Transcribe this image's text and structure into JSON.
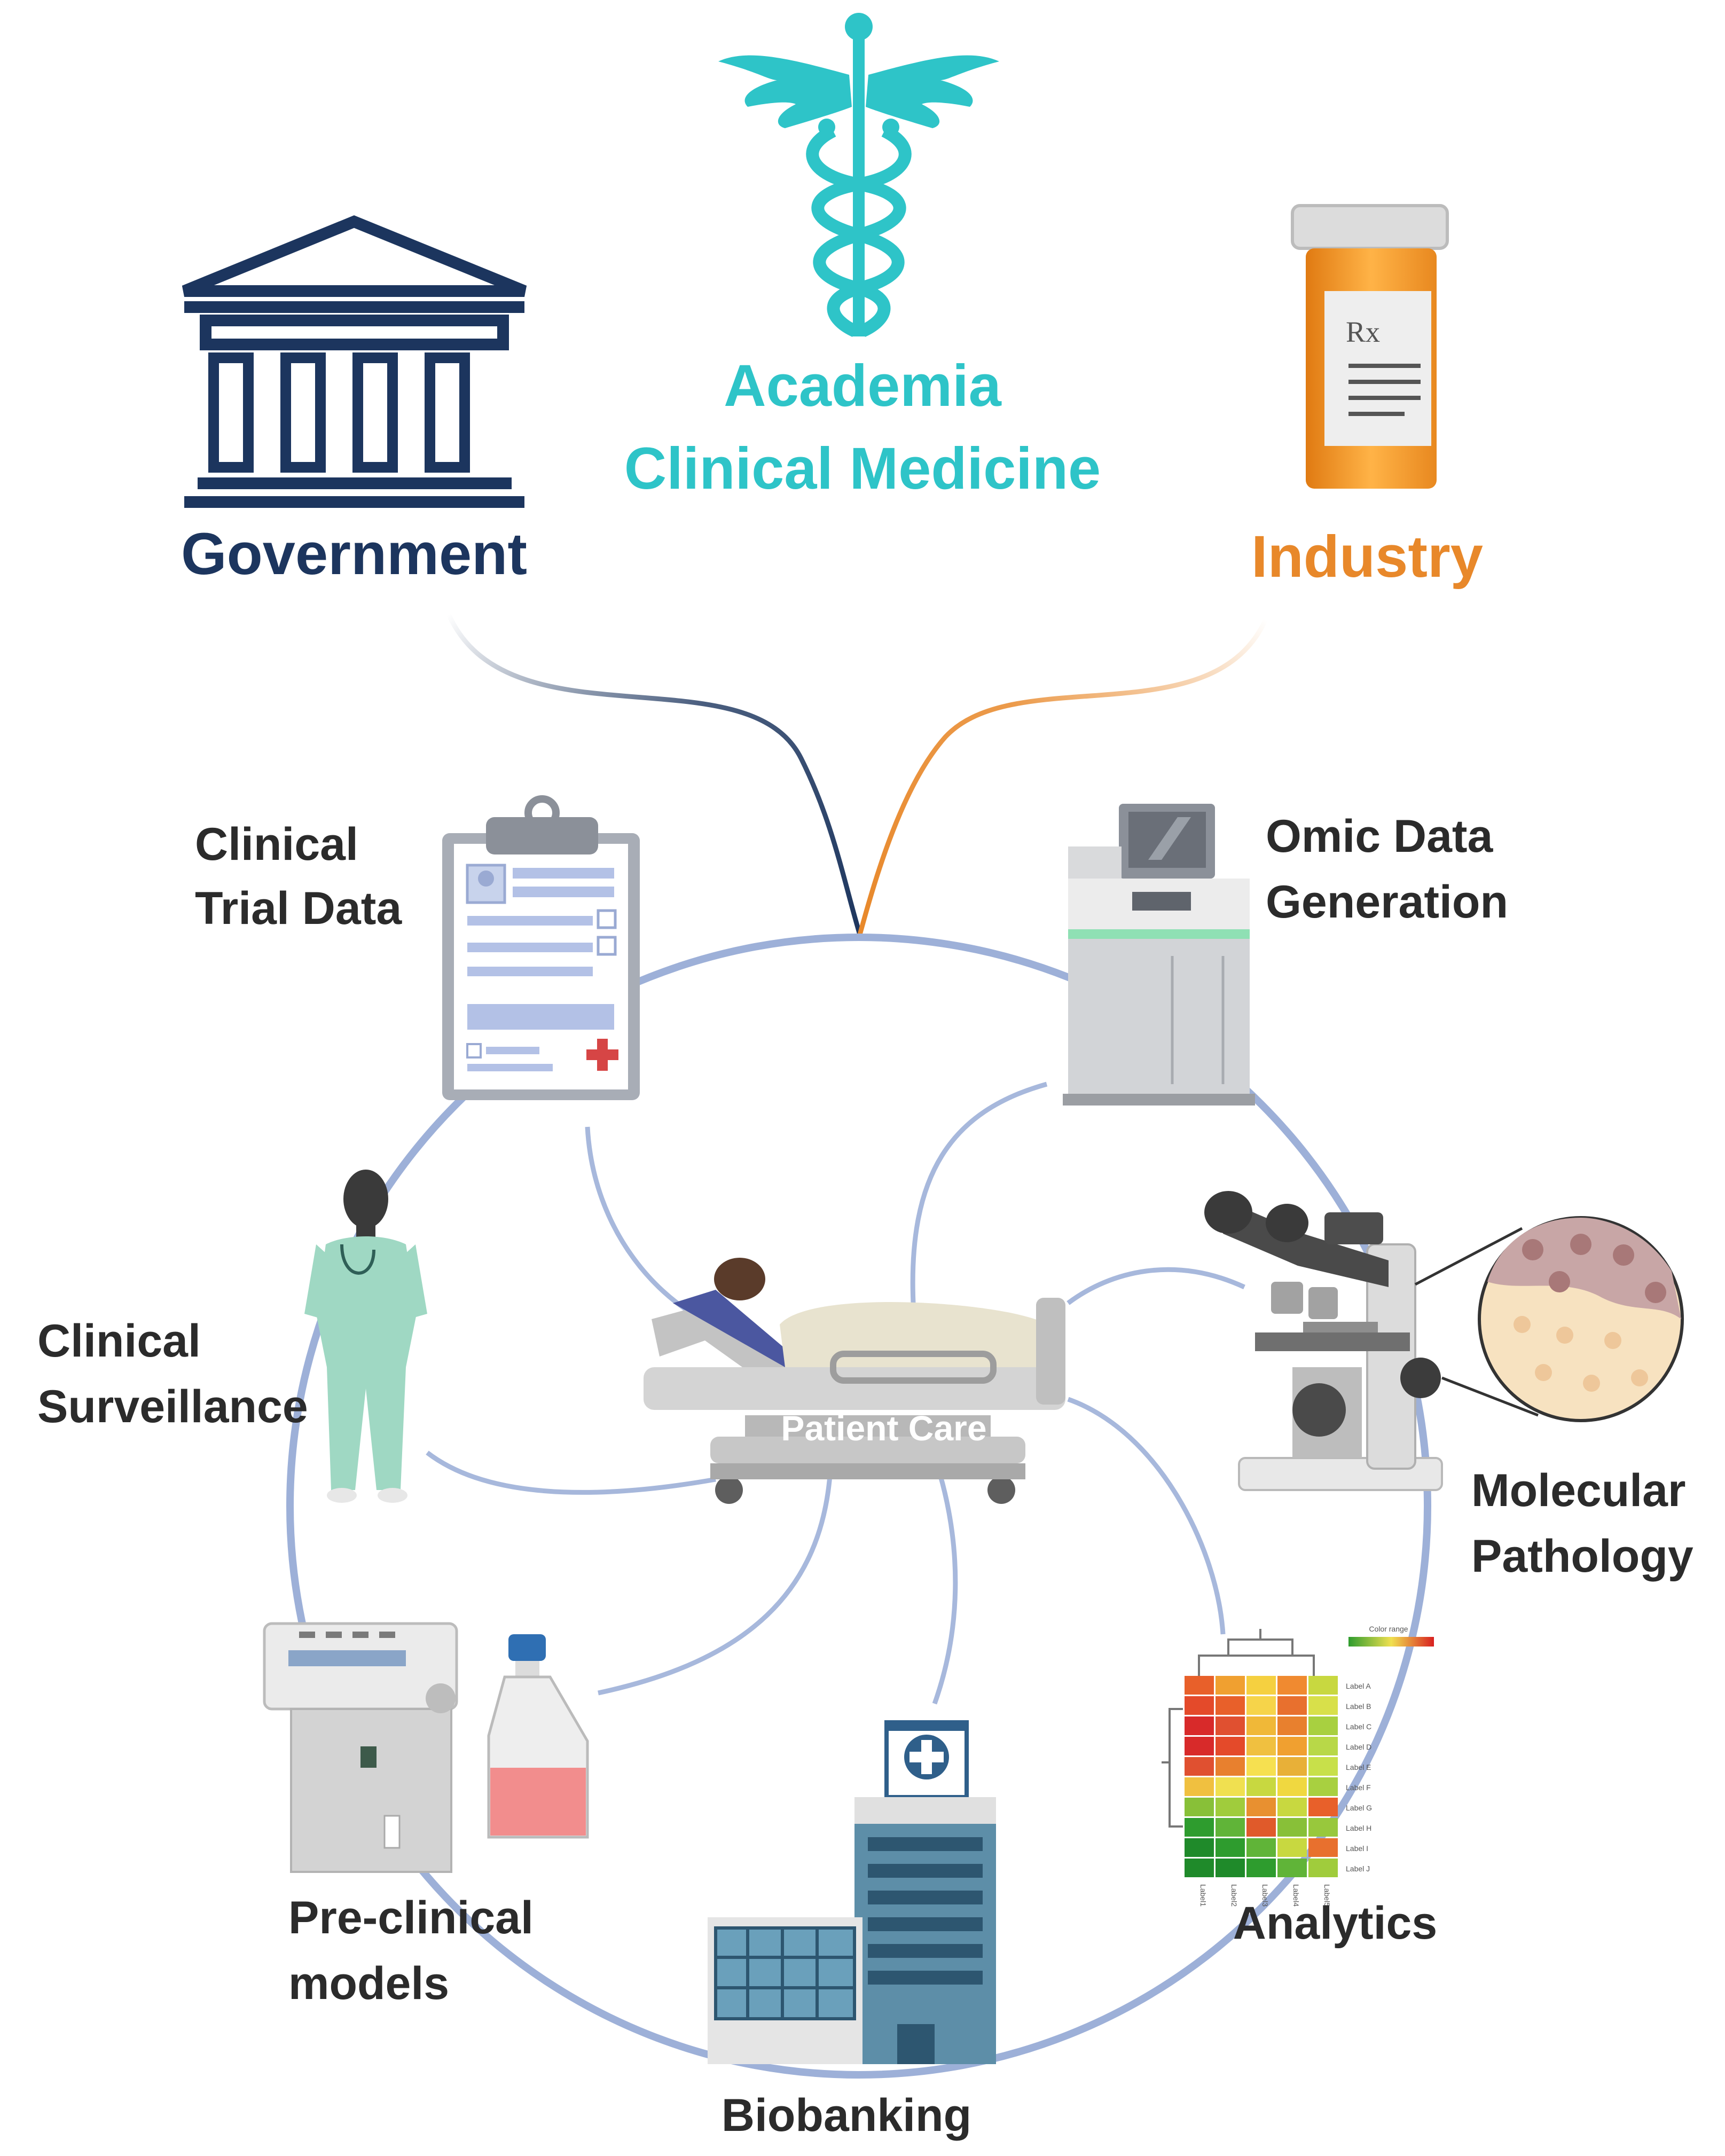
{
  "colors": {
    "government": "#1c355e",
    "academia": "#2ec4c8",
    "industry": "#e8882a",
    "ring": "#9db0d8",
    "node_text": "#2b2b2b"
  },
  "stakeholders": {
    "government": {
      "label": "Government",
      "icon": "columned-building-icon"
    },
    "academia": {
      "line1": "Academia",
      "line2": "Clinical Medicine",
      "icon": "caduceus-icon"
    },
    "industry": {
      "label": "Industry",
      "icon": "prescription-bottle-icon",
      "bottle_text": "Rx"
    }
  },
  "center": {
    "label": "Patient Care",
    "icon": "patient-bed-icon"
  },
  "nodes": {
    "clinical_trial": {
      "line1": "Clinical",
      "line2": "Trial Data",
      "icon": "clipboard-icon"
    },
    "omic": {
      "line1": "Omic Data",
      "line2": "Generation",
      "icon": "sequencer-icon"
    },
    "surveillance": {
      "line1": "Clinical",
      "line2": "Surveillance",
      "icon": "clinician-icon"
    },
    "molecular": {
      "line1": "Molecular",
      "line2": "Pathology",
      "icon": "microscope-icon"
    },
    "preclinical": {
      "line1": "Pre-clinical",
      "line2": "models",
      "icon": "cryostat-flask-icon"
    },
    "analytics": {
      "label": "Analytics",
      "icon": "heatmap-icon",
      "heatmap": {
        "legend_title": "Color range",
        "row_labels": [
          "Label A",
          "Label B",
          "Label C",
          "Label D",
          "Label E",
          "Label F",
          "Label G",
          "Label H",
          "Label I",
          "Label J"
        ],
        "col_labels": [
          "Label1",
          "Label2",
          "Label3",
          "Label4",
          "Label5"
        ]
      }
    },
    "biobanking": {
      "label": "Biobanking",
      "icon": "hospital-building-icon"
    }
  }
}
